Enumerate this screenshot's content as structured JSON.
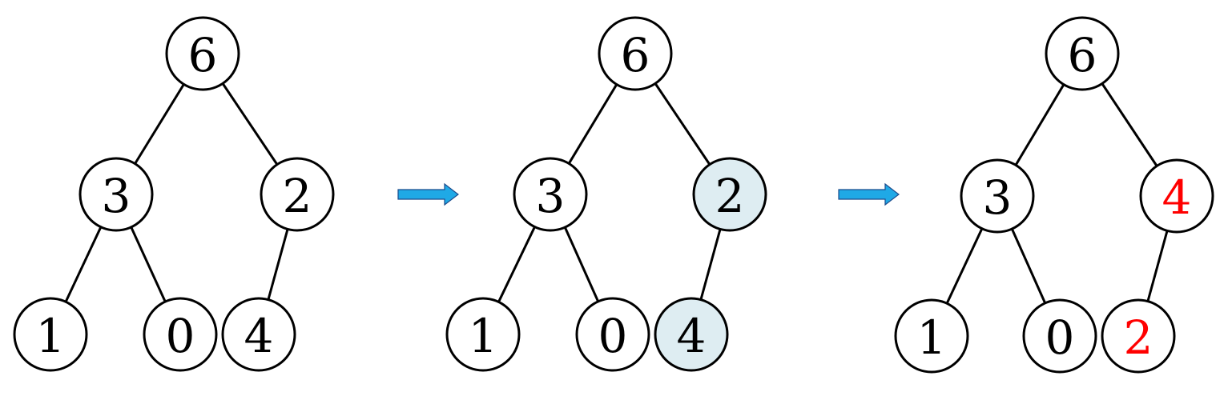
{
  "colors": {
    "default_fill": "#ffffff",
    "highlight_fill": "#deedf2",
    "default_text": "#000000",
    "changed_text": "#ff0000",
    "arrow_fill": "#1fa9e6",
    "arrow_stroke": "#1c4c8c"
  },
  "trees": [
    {
      "nodes": [
        {
          "id": "a",
          "label": "6",
          "state": "normal"
        },
        {
          "id": "b",
          "label": "3",
          "state": "normal"
        },
        {
          "id": "c",
          "label": "2",
          "state": "normal"
        },
        {
          "id": "d",
          "label": "1",
          "state": "normal"
        },
        {
          "id": "e",
          "label": "0",
          "state": "normal"
        },
        {
          "id": "f",
          "label": "4",
          "state": "normal"
        }
      ],
      "edges": [
        [
          "a",
          "b"
        ],
        [
          "a",
          "c"
        ],
        [
          "b",
          "d"
        ],
        [
          "b",
          "e"
        ],
        [
          "c",
          "f"
        ]
      ]
    },
    {
      "nodes": [
        {
          "id": "a",
          "label": "6",
          "state": "normal"
        },
        {
          "id": "b",
          "label": "3",
          "state": "normal"
        },
        {
          "id": "c",
          "label": "2",
          "state": "highlight"
        },
        {
          "id": "d",
          "label": "1",
          "state": "normal"
        },
        {
          "id": "e",
          "label": "0",
          "state": "normal"
        },
        {
          "id": "f",
          "label": "4",
          "state": "highlight"
        }
      ],
      "edges": [
        [
          "a",
          "b"
        ],
        [
          "a",
          "c"
        ],
        [
          "b",
          "d"
        ],
        [
          "b",
          "e"
        ],
        [
          "c",
          "f"
        ]
      ]
    },
    {
      "nodes": [
        {
          "id": "a",
          "label": "6",
          "state": "normal"
        },
        {
          "id": "b",
          "label": "3",
          "state": "normal"
        },
        {
          "id": "c",
          "label": "4",
          "state": "changed"
        },
        {
          "id": "d",
          "label": "1",
          "state": "normal"
        },
        {
          "id": "e",
          "label": "0",
          "state": "normal"
        },
        {
          "id": "f",
          "label": "2",
          "state": "changed"
        }
      ],
      "edges": [
        [
          "a",
          "b"
        ],
        [
          "a",
          "c"
        ],
        [
          "b",
          "d"
        ],
        [
          "b",
          "e"
        ],
        [
          "c",
          "f"
        ]
      ]
    }
  ],
  "arrows": [
    {
      "icon": "right-arrow-icon"
    },
    {
      "icon": "right-arrow-icon"
    }
  ]
}
